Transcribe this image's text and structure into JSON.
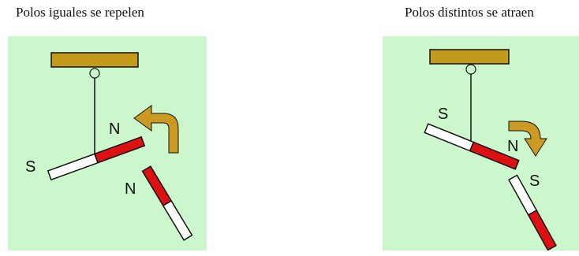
{
  "left_diagram": {
    "caption": "Polos iguales se repelen",
    "hanging_magnet": {
      "end_north": "N",
      "end_south": "S"
    },
    "second_magnet": {
      "end_north": "N"
    }
  },
  "right_diagram": {
    "caption": "Polos distintos se atraen",
    "hanging_magnet": {
      "end_north": "N",
      "end_south": "S"
    },
    "second_magnet": {
      "end_south": "S"
    }
  },
  "colors": {
    "panel_background": "#ccf7cc",
    "support_bar": "#c49a1c",
    "arrow": "#cc9a22",
    "north_pole": "#dd1111",
    "south_pole": "#ffffff",
    "outline": "#111111"
  }
}
